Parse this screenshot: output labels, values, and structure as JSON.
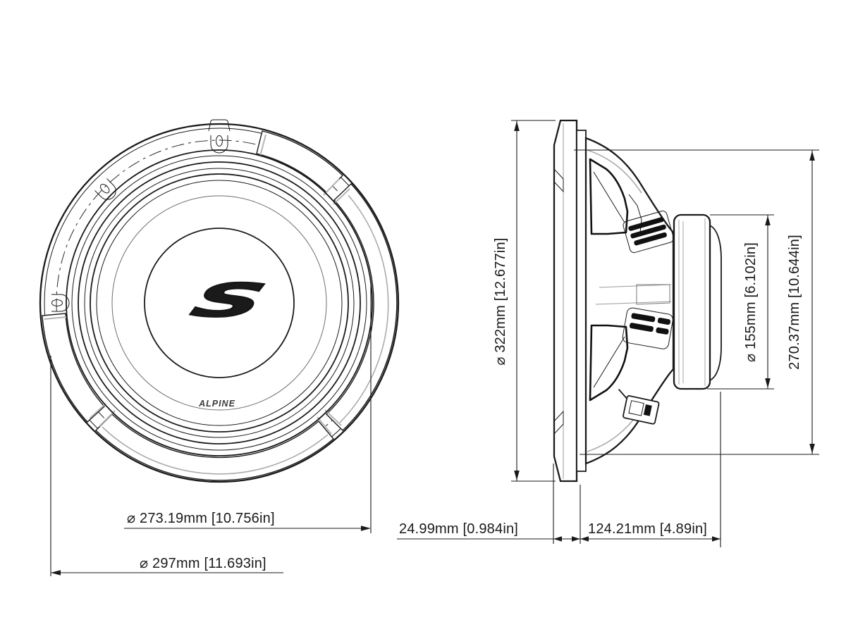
{
  "page": {
    "background": "#ffffff",
    "description": "Technical dimension line drawing of a subwoofer speaker, front view and side profile view"
  },
  "colors": {
    "line": "#1a1a1a",
    "accent_gray": "#ababab",
    "fill": "#ffffff"
  },
  "front_view": {
    "name": "front-view",
    "dustcap_logo": "S",
    "brand_logo": "ALPINE",
    "dims": {
      "surround_diameter": "⌀ 273.19mm [10.756in]",
      "gasket_diameter": "⌀ 297mm [11.693in]"
    }
  },
  "side_view": {
    "name": "side-view",
    "dims": {
      "overall_diameter": "⌀ 322mm [12.677in]",
      "basket_diameter": "270.37mm [10.644in]",
      "magnet_diameter": "⌀ 155mm [6.102in]",
      "flange_depth": "24.99mm [0.984in]",
      "mounting_depth": "124.21mm [4.89in]"
    }
  }
}
